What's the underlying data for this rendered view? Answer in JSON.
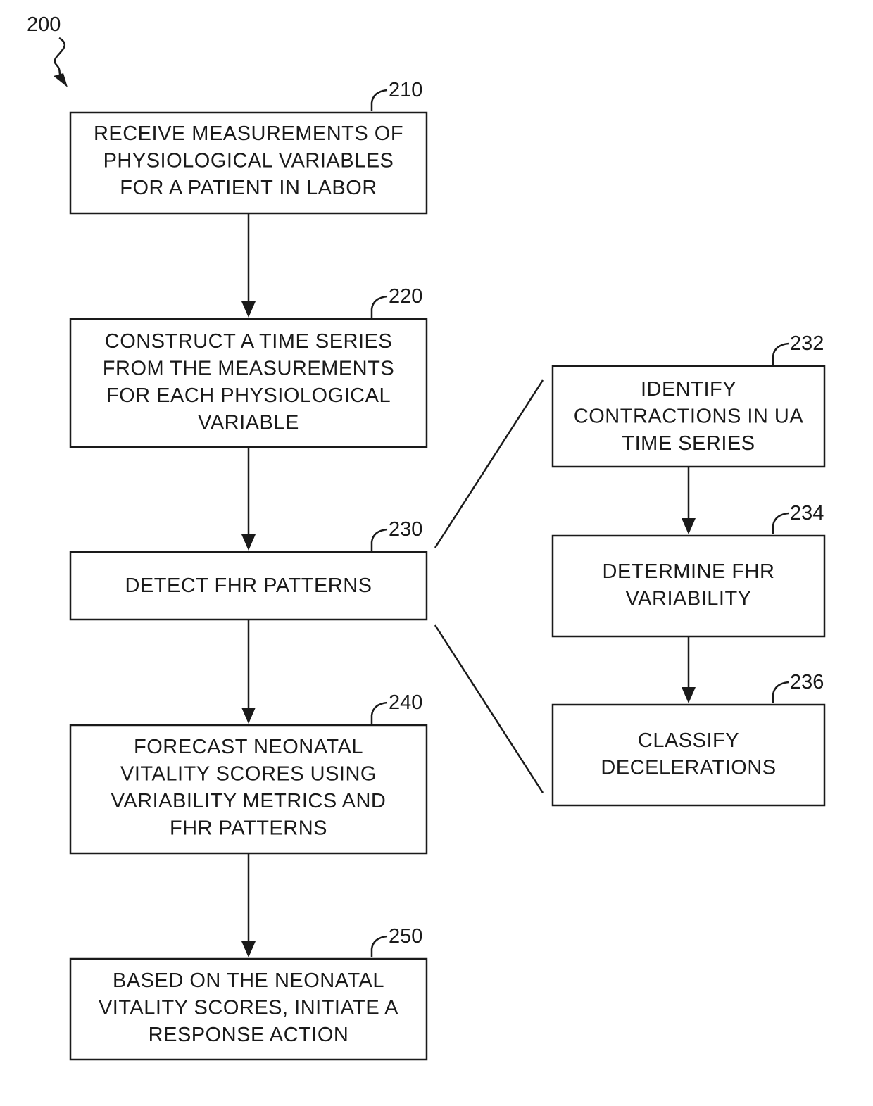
{
  "figure_ref": "200",
  "boxes": [
    {
      "ref": "210",
      "lines": [
        "RECEIVE MEASUREMENTS OF",
        "PHYSIOLOGICAL VARIABLES",
        "FOR A PATIENT IN LABOR"
      ]
    },
    {
      "ref": "220",
      "lines": [
        "CONSTRUCT A TIME SERIES",
        "FROM THE MEASUREMENTS",
        "FOR EACH PHYSIOLOGICAL",
        "VARIABLE"
      ]
    },
    {
      "ref": "230",
      "lines": [
        "DETECT FHR PATTERNS"
      ]
    },
    {
      "ref": "240",
      "lines": [
        "FORECAST NEONATAL",
        "VITALITY SCORES USING",
        "VARIABILITY METRICS AND",
        "FHR PATTERNS"
      ]
    },
    {
      "ref": "250",
      "lines": [
        "BASED ON THE NEONATAL",
        "VITALITY SCORES, INITIATE A",
        "RESPONSE ACTION"
      ]
    },
    {
      "ref": "232",
      "lines": [
        "IDENTIFY",
        "CONTRACTIONS IN UA",
        "TIME SERIES"
      ]
    },
    {
      "ref": "234",
      "lines": [
        "DETERMINE FHR",
        "VARIABILITY"
      ]
    },
    {
      "ref": "236",
      "lines": [
        "CLASSIFY",
        "DECELERATIONS"
      ]
    }
  ]
}
